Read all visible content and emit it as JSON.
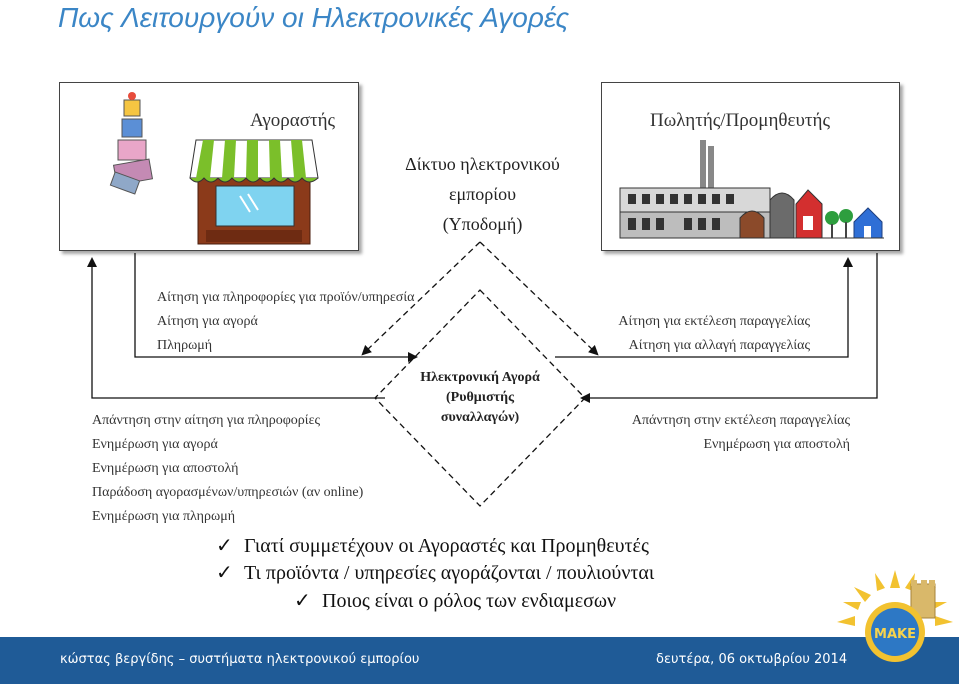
{
  "title": "Πως Λειτουργούν οι Ηλεκτρονικές Αγορές",
  "buyer_label": "Αγοραστής",
  "seller_label": "Πωλητής/Προμηθευτής",
  "network": {
    "line1": "Δίκτυο ηλεκτρονικού",
    "line2": "εμπορίου",
    "line3": "(Υποδομή)"
  },
  "market": {
    "line1": "Ηλεκτρονική Αγορά",
    "line2": "(Ρυθμιστής",
    "line3": "συναλλαγών)"
  },
  "buyer_requests": [
    "Αίτηση για πληροφορίες για προϊόν/υπηρεσία",
    "Αίτηση για αγορά",
    "Πληρωμή"
  ],
  "buyer_responses": [
    "Απάντηση στην αίτηση για πληροφορίες",
    "Ενημέρωση για αγορά",
    "Ενημέρωση για αποστολή",
    "Παράδοση αγορασμένων/υπηρεσιών (αν online)",
    "Ενημέρωση για πληρωμή"
  ],
  "seller_requests": [
    "Αίτηση για εκτέλεση παραγγελίας",
    "Αίτηση για αλλαγή παραγγελίας"
  ],
  "seller_responses": [
    "Απάντηση στην εκτέλεση παραγγελίας",
    "Ενημέρωση για αποστολή"
  ],
  "questions": [
    "Γιατί συμμετέχουν οι Αγοραστές και Προμηθευτές",
    "Τι προϊόντα / υπηρεσίες αγοράζονται / πουλιούνται",
    "Ποιος είναι ο ρόλος των ενδιαμεσων"
  ],
  "check_symbol": "✓",
  "footer": {
    "left": "κώστας βεργίδης – συστήματα ηλεκτρονικού εμπορίου",
    "right": "δευτέρα, 06 οκτωβρίου 2014"
  },
  "logo_text": "ΜΑΚΕ",
  "colors": {
    "title": "#3b86c6",
    "footer": "#1f5b97",
    "awning_green": "#7bbf2a",
    "shop_brown": "#8b3a1a"
  }
}
